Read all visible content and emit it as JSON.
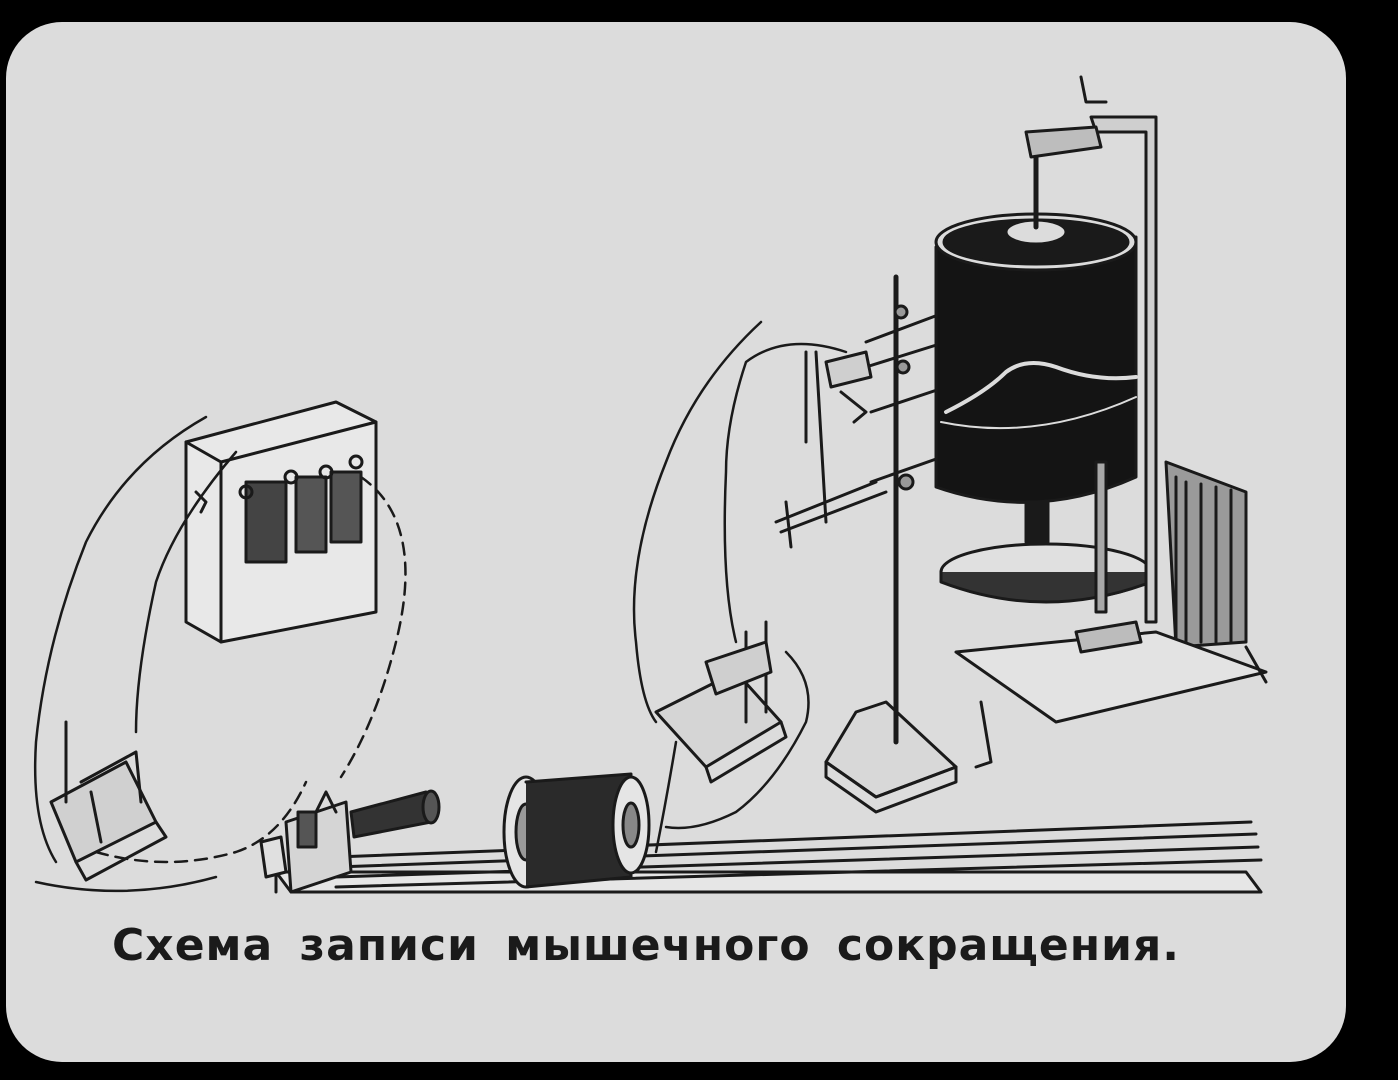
{
  "slide": {
    "caption": "Схема записи мышечного сокращения.",
    "colors": {
      "frame": "#000000",
      "slide_background": "#dcdcdc",
      "ink": "#1a1a1a"
    }
  },
  "diagram": {
    "components": [
      "battery-box",
      "left-key-switch",
      "induction-coil",
      "coil-spool",
      "right-key-switch",
      "tripod-stand",
      "recording-lever",
      "kymograph-drum",
      "clockwork-motor"
    ]
  }
}
